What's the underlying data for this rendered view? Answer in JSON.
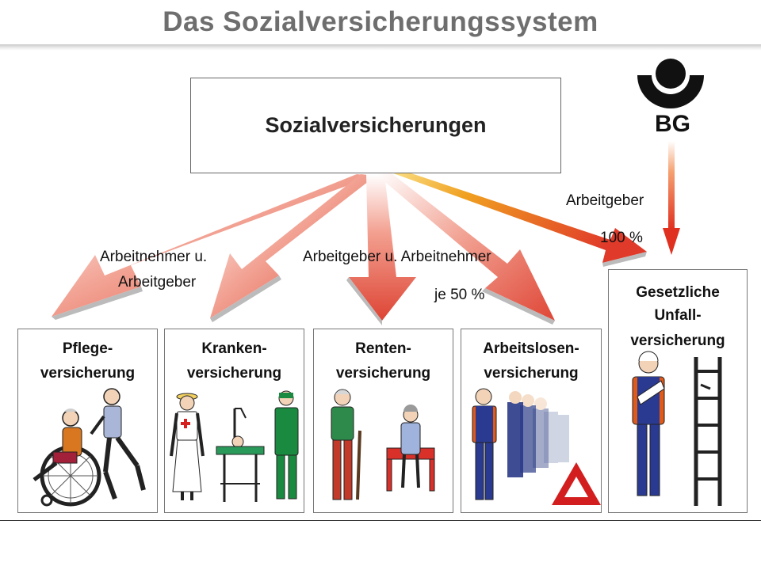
{
  "header": {
    "title": "Das Sozialversicherungssystem"
  },
  "main_box": {
    "label": "Sozialversicherungen"
  },
  "logo": {
    "text": "BG"
  },
  "labels": {
    "an_ag_line1": "Arbeitnehmer   u.",
    "an_ag_line2": "Arbeitgeber",
    "ag_an": "Arbeitgeber u. Arbeitnehmer",
    "je50": "je 50 %",
    "ag": "Arbeitgeber",
    "pct100": "100 %"
  },
  "cards": [
    {
      "line1": "Pflege-",
      "line2": "versicherung"
    },
    {
      "line1": "Kranken-",
      "line2": "versicherung"
    },
    {
      "line1": "Renten-",
      "line2": "versicherung"
    },
    {
      "line1": "Arbeitslosen-",
      "line2": "versicherung"
    },
    {
      "line1": "Gesetzliche",
      "line2": "Unfall-",
      "line3": "versicherung"
    }
  ],
  "colors": {
    "arrow_red": "#e2493a",
    "arrow_orange": "#f0a020",
    "title": "#6e6e6e"
  }
}
